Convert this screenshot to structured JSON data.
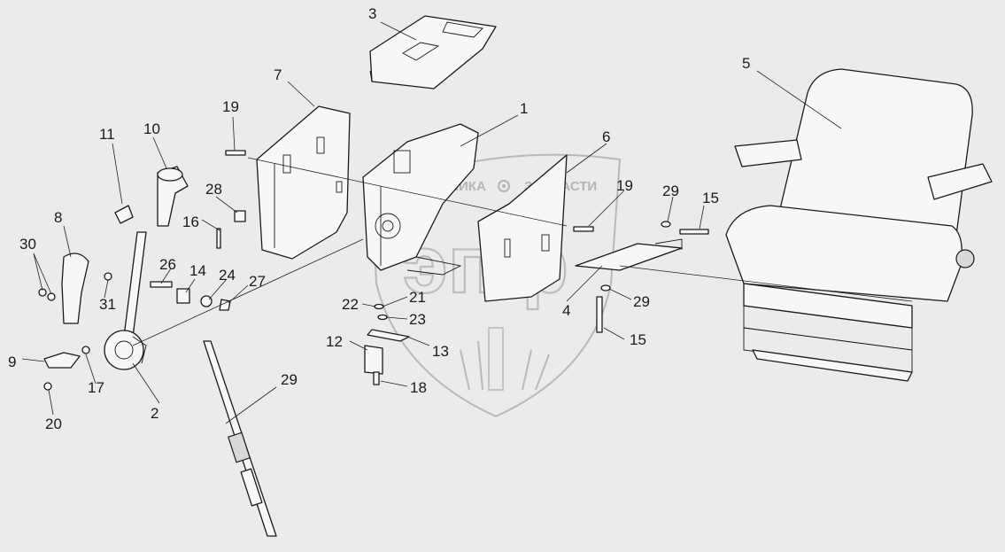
{
  "watermark": {
    "line1_left": "ТЕХНИКА",
    "line1_right": "ЗАПЧАСТИ",
    "big_letters": "эпф",
    "icon": "gear-icon"
  },
  "callouts": [
    {
      "id": "c1",
      "label": "1"
    },
    {
      "id": "c2",
      "label": "2"
    },
    {
      "id": "c3",
      "label": "3"
    },
    {
      "id": "c4",
      "label": "4"
    },
    {
      "id": "c5",
      "label": "5"
    },
    {
      "id": "c6",
      "label": "6"
    },
    {
      "id": "c7",
      "label": "7"
    },
    {
      "id": "c8",
      "label": "8"
    },
    {
      "id": "c9",
      "label": "9"
    },
    {
      "id": "c10",
      "label": "10"
    },
    {
      "id": "c11",
      "label": "11"
    },
    {
      "id": "c12",
      "label": "12"
    },
    {
      "id": "c13",
      "label": "13"
    },
    {
      "id": "c14",
      "label": "14"
    },
    {
      "id": "c15a",
      "label": "15"
    },
    {
      "id": "c15b",
      "label": "15"
    },
    {
      "id": "c16",
      "label": "16"
    },
    {
      "id": "c17",
      "label": "17"
    },
    {
      "id": "c18",
      "label": "18"
    },
    {
      "id": "c19a",
      "label": "19"
    },
    {
      "id": "c19b",
      "label": "19"
    },
    {
      "id": "c20",
      "label": "20"
    },
    {
      "id": "c21",
      "label": "21"
    },
    {
      "id": "c22",
      "label": "22"
    },
    {
      "id": "c23",
      "label": "23"
    },
    {
      "id": "c24",
      "label": "24"
    },
    {
      "id": "c26",
      "label": "26"
    },
    {
      "id": "c27",
      "label": "27"
    },
    {
      "id": "c28",
      "label": "28"
    },
    {
      "id": "c29a",
      "label": "29"
    },
    {
      "id": "c29b",
      "label": "29"
    },
    {
      "id": "c29c",
      "label": "29"
    },
    {
      "id": "c30",
      "label": "30"
    },
    {
      "id": "c31",
      "label": "31"
    }
  ]
}
